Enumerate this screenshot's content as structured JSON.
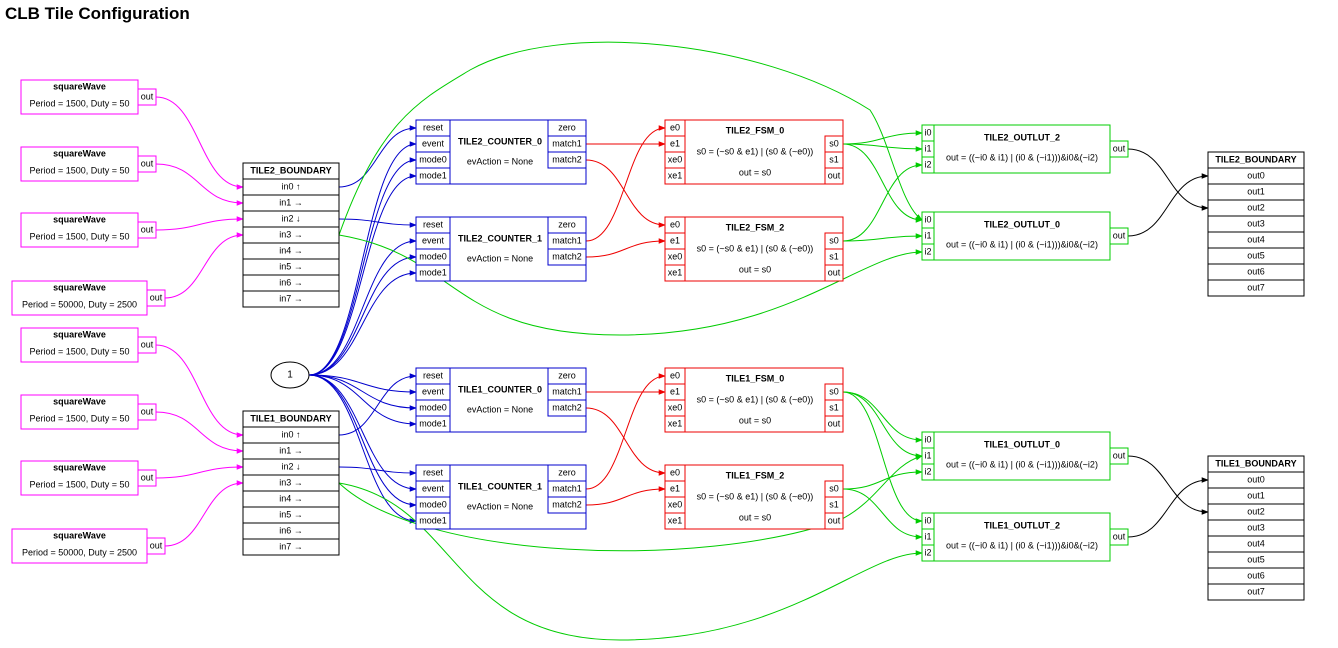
{
  "title": "CLB Tile Configuration",
  "constant_node": "1",
  "colors": {
    "generator": "#ff00ff",
    "counter": "#0000cc",
    "fsm": "#ee0000",
    "outlut": "#00cc00",
    "boundary": "#000000"
  },
  "tiles": [
    {
      "id": "tile2",
      "generators": [
        {
          "label": "squareWave",
          "params": "Period = 1500, Duty = 50",
          "port": "out"
        },
        {
          "label": "squareWave",
          "params": "Period = 1500, Duty = 50",
          "port": "out"
        },
        {
          "label": "squareWave",
          "params": "Period = 1500, Duty = 50",
          "port": "out"
        },
        {
          "label": "squareWave",
          "params": "Period = 50000, Duty = 2500",
          "port": "out"
        }
      ],
      "input_boundary": {
        "title": "TILE2_BOUNDARY",
        "ports": [
          "in0 ↑",
          "in1 →",
          "in2 ↓",
          "in3 →",
          "in4 →",
          "in5 →",
          "in6 →",
          "in7 →"
        ]
      },
      "counters": [
        {
          "title": "TILE2_COUNTER_0",
          "action": "evAction = None",
          "inputs": [
            "reset",
            "event",
            "mode0",
            "mode1"
          ],
          "outputs": [
            "zero",
            "match1",
            "match2"
          ]
        },
        {
          "title": "TILE2_COUNTER_1",
          "action": "evAction = None",
          "inputs": [
            "reset",
            "event",
            "mode0",
            "mode1"
          ],
          "outputs": [
            "zero",
            "match1",
            "match2"
          ]
        }
      ],
      "fsms": [
        {
          "title": "TILE2_FSM_0",
          "eq1": "s0 = (~s0 & e1) | (s0 & (~e0))",
          "eq2": "out = s0",
          "inputs": [
            "e0",
            "e1",
            "xe0",
            "xe1"
          ],
          "outputs": [
            "s0",
            "s1",
            "out"
          ]
        },
        {
          "title": "TILE2_FSM_2",
          "eq1": "s0 = (~s0 & e1) | (s0 & (~e0))",
          "eq2": "out = s0",
          "inputs": [
            "e0",
            "e1",
            "xe0",
            "xe1"
          ],
          "outputs": [
            "s0",
            "s1",
            "out"
          ]
        }
      ],
      "outluts": [
        {
          "title": "TILE2_OUTLUT_2",
          "eq": "out = ((~i0 & i1) | (i0 & (~i1)))&i0&(~i2)",
          "inputs": [
            "i0",
            "i1",
            "i2"
          ],
          "output": "out"
        },
        {
          "title": "TILE2_OUTLUT_0",
          "eq": "out = ((~i0 & i1) | (i0 & (~i1)))&i0&(~i2)",
          "inputs": [
            "i0",
            "i1",
            "i2"
          ],
          "output": "out"
        }
      ],
      "output_boundary": {
        "title": "TILE2_BOUNDARY",
        "ports": [
          "out0",
          "out1",
          "out2",
          "out3",
          "out4",
          "out5",
          "out6",
          "out7"
        ]
      }
    },
    {
      "id": "tile1",
      "generators": [
        {
          "label": "squareWave",
          "params": "Period = 1500, Duty = 50",
          "port": "out"
        },
        {
          "label": "squareWave",
          "params": "Period = 1500, Duty = 50",
          "port": "out"
        },
        {
          "label": "squareWave",
          "params": "Period = 1500, Duty = 50",
          "port": "out"
        },
        {
          "label": "squareWave",
          "params": "Period = 50000, Duty = 2500",
          "port": "out"
        }
      ],
      "input_boundary": {
        "title": "TILE1_BOUNDARY",
        "ports": [
          "in0 ↑",
          "in1 →",
          "in2 ↓",
          "in3 →",
          "in4 →",
          "in5 →",
          "in6 →",
          "in7 →"
        ]
      },
      "counters": [
        {
          "title": "TILE1_COUNTER_0",
          "action": "evAction = None",
          "inputs": [
            "reset",
            "event",
            "mode0",
            "mode1"
          ],
          "outputs": [
            "zero",
            "match1",
            "match2"
          ]
        },
        {
          "title": "TILE1_COUNTER_1",
          "action": "evAction = None",
          "inputs": [
            "reset",
            "event",
            "mode0",
            "mode1"
          ],
          "outputs": [
            "zero",
            "match1",
            "match2"
          ]
        }
      ],
      "fsms": [
        {
          "title": "TILE1_FSM_0",
          "eq1": "s0 = (~s0 & e1) | (s0 & (~e0))",
          "eq2": "out = s0",
          "inputs": [
            "e0",
            "e1",
            "xe0",
            "xe1"
          ],
          "outputs": [
            "s0",
            "s1",
            "out"
          ]
        },
        {
          "title": "TILE1_FSM_2",
          "eq1": "s0 = (~s0 & e1) | (s0 & (~e0))",
          "eq2": "out = s0",
          "inputs": [
            "e0",
            "e1",
            "xe0",
            "xe1"
          ],
          "outputs": [
            "s0",
            "s1",
            "out"
          ]
        }
      ],
      "outluts": [
        {
          "title": "TILE1_OUTLUT_0",
          "eq": "out = ((~i0 & i1) | (i0 & (~i1)))&i0&(~i2)",
          "inputs": [
            "i0",
            "i1",
            "i2"
          ],
          "output": "out"
        },
        {
          "title": "TILE1_OUTLUT_2",
          "eq": "out = ((~i0 & i1) | (i0 & (~i1)))&i0&(~i2)",
          "inputs": [
            "i0",
            "i1",
            "i2"
          ],
          "output": "out"
        }
      ],
      "output_boundary": {
        "title": "TILE1_BOUNDARY",
        "ports": [
          "out0",
          "out1",
          "out2",
          "out3",
          "out4",
          "out5",
          "out6",
          "out7"
        ]
      }
    }
  ]
}
